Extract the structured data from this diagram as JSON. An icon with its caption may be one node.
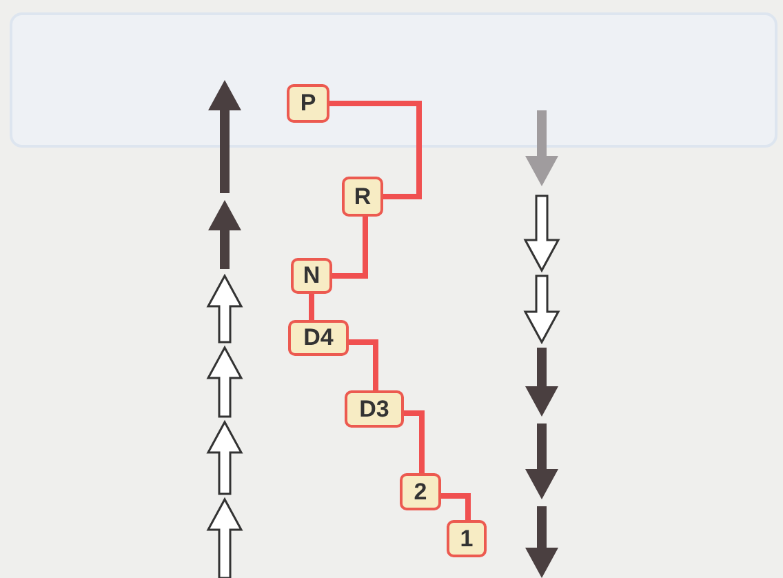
{
  "diagram": {
    "nodes": [
      {
        "text": [
          "P"
        ]
      },
      {
        "text": [
          "R"
        ]
      },
      {
        "text": [
          "N"
        ]
      },
      {
        "text": [
          "D4"
        ]
      },
      {
        "text": [
          "D3"
        ]
      },
      {
        "text": [
          "2"
        ]
      },
      {
        "text": [
          "1"
        ]
      }
    ],
    "edges": [
      {
        "from": 0,
        "to": 1,
        "arrow": "none"
      },
      {
        "from": 1,
        "to": 2,
        "arrow": "none"
      },
      {
        "from": 2,
        "to": 3,
        "arrow": "none"
      },
      {
        "from": 3,
        "to": 4,
        "arrow": "none"
      },
      {
        "from": 4,
        "to": 5,
        "arrow": "none"
      },
      {
        "from": 5,
        "to": 6,
        "arrow": "none"
      }
    ]
  }
}
